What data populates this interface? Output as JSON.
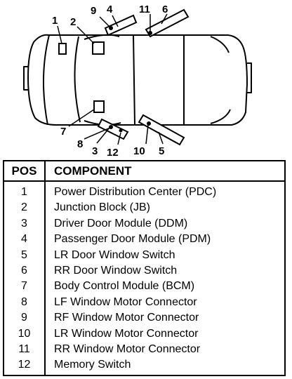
{
  "diagram": {
    "callouts": {
      "c1": "1",
      "c2": "2",
      "c3": "3",
      "c4": "4",
      "c5": "5",
      "c6": "6",
      "c7": "7",
      "c8": "8",
      "c9": "9",
      "c10": "10",
      "c11": "11",
      "c12": "12"
    }
  },
  "legend": {
    "header": {
      "pos": "POS",
      "component": "COMPONENT"
    },
    "rows": [
      {
        "pos": "1",
        "component": "Power Distribution Center (PDC)"
      },
      {
        "pos": "2",
        "component": "Junction Block (JB)"
      },
      {
        "pos": "3",
        "component": "Driver Door Module (DDM)"
      },
      {
        "pos": "4",
        "component": "Passenger Door Module (PDM)"
      },
      {
        "pos": "5",
        "component": "LR Door Window Switch"
      },
      {
        "pos": "6",
        "component": "RR Door Window Switch"
      },
      {
        "pos": "7",
        "component": "Body Control Module (BCM)"
      },
      {
        "pos": "8",
        "component": "LF Window Motor Connector"
      },
      {
        "pos": "9",
        "component": "RF Window Motor Connector"
      },
      {
        "pos": "10",
        "component": "LR Window Motor Connector"
      },
      {
        "pos": "11",
        "component": "RR Window Motor Connector"
      },
      {
        "pos": "12",
        "component": "Memory Switch"
      }
    ]
  }
}
